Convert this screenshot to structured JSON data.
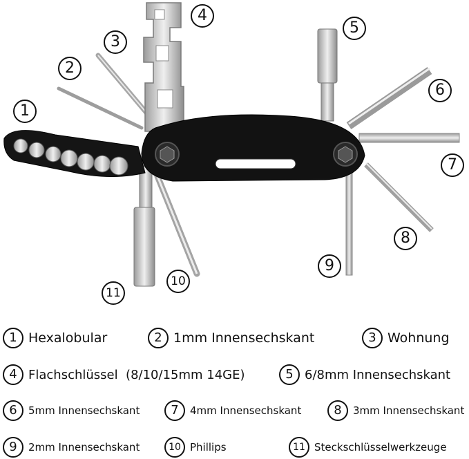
{
  "image": {
    "subject": "multi-tool",
    "callouts": [
      "1",
      "2",
      "3",
      "4",
      "5",
      "6",
      "7",
      "8",
      "9",
      "10",
      "11"
    ]
  },
  "legend": [
    {
      "number": "1",
      "label": "Hexalobular"
    },
    {
      "number": "2",
      "label": "1mm Innensechskant"
    },
    {
      "number": "3",
      "label": "Wohnung"
    },
    {
      "number": "4",
      "label": "Flachschlüssel  (8/10/15mm 14GE)"
    },
    {
      "number": "5",
      "label": "6/8mm Innensechskant"
    },
    {
      "number": "6",
      "label": "5mm Innensechskant"
    },
    {
      "number": "7",
      "label": "4mm Innensechskant"
    },
    {
      "number": "8",
      "label": "3mm Innensechskant"
    },
    {
      "number": "9",
      "label": "2mm Innensechskant"
    },
    {
      "number": "10",
      "label": "Phillips"
    },
    {
      "number": "11",
      "label": "Steckschlüsselwerkzeuge"
    }
  ],
  "colors": {
    "body": "#111111",
    "steel": "#c9c9c9",
    "steel_dark": "#8a8a8a",
    "text": "#111111"
  }
}
